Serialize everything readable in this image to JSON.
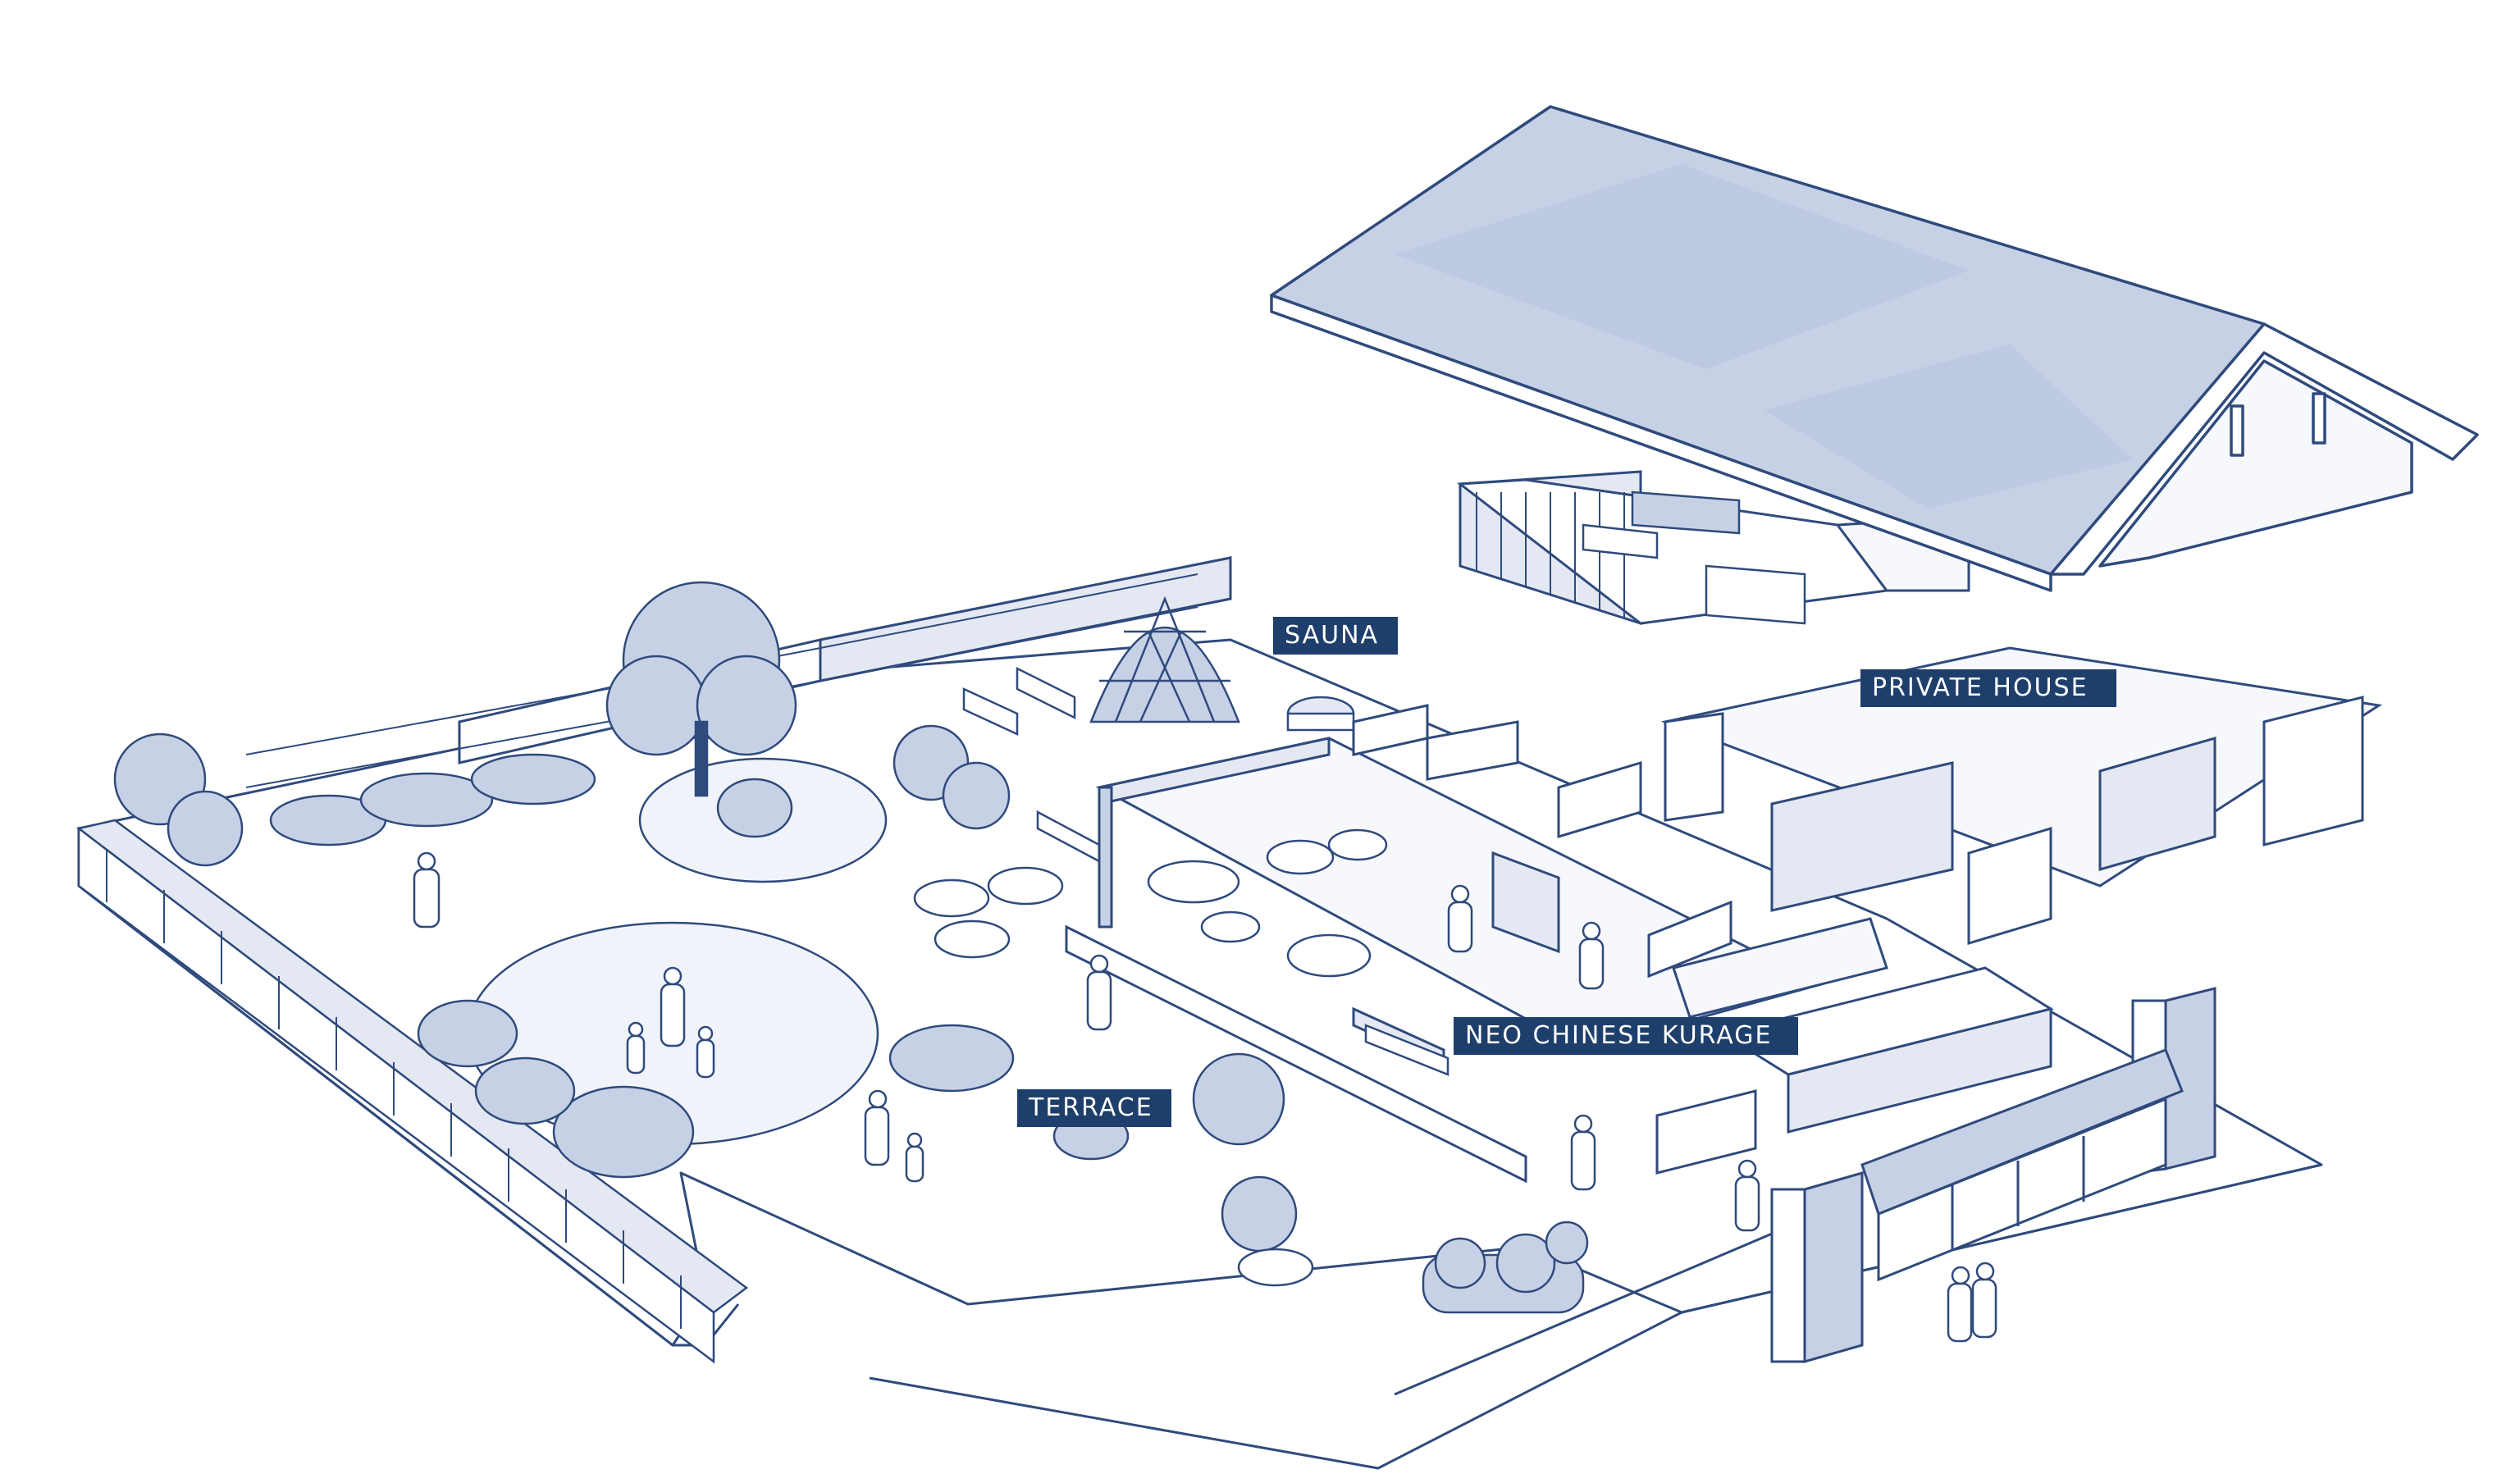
{
  "labels": {
    "sauna": "SAUNA",
    "private_house": "PRIVATE HOUSE",
    "neo_chinese_kurage": "NEO CHINESE KURAGE",
    "terrace": "TERRACE"
  },
  "colors": {
    "ink": "#2f4a7c",
    "wash": "#c7d1e6",
    "wash_light": "#e3e8f3",
    "label_bg": "#1e3f6b",
    "label_text": "#ffffff"
  }
}
